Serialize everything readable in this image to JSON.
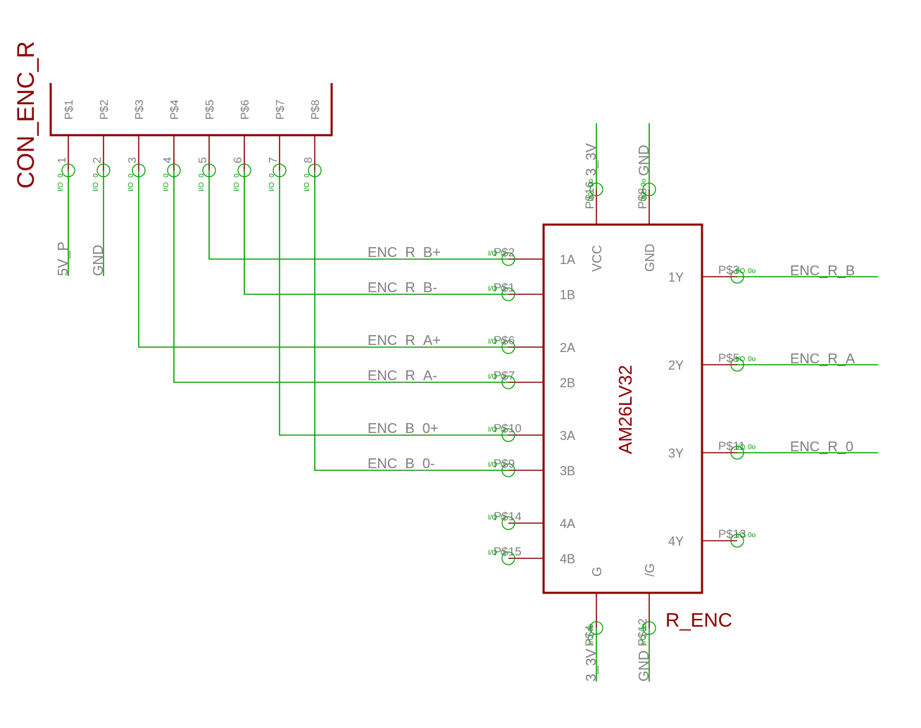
{
  "colors": {
    "wire": "#00a000",
    "part": "#8b0000",
    "text": "#7f7f7f"
  },
  "connector": {
    "name": "CON_ENC_R",
    "pad_labels": [
      "P$1",
      "P$2",
      "P$3",
      "P$4",
      "P$5",
      "P$6",
      "P$7",
      "P$8"
    ],
    "pin_numbers": [
      "1",
      "2",
      "3",
      "4",
      "5",
      "6",
      "7",
      "8"
    ],
    "io": "I/O",
    "pin_dir_mark": "0",
    "net_5v": "5V_P",
    "net_gnd": "GND"
  },
  "chip": {
    "name": "AM26LV32",
    "instance": "R_ENC",
    "io": "I/O",
    "pin_dir_mark": "0",
    "pwr_mark": "0o",
    "pwr_io_mark": "I/O",
    "top_pins": [
      {
        "pad": "P$16",
        "net": "3_3V",
        "func": "VCC"
      },
      {
        "pad": "P$8",
        "net": "GND",
        "func": "GND"
      }
    ],
    "bottom_pins": [
      {
        "pad": "P$4",
        "net": "3_3V",
        "func": "G"
      },
      {
        "pad": "P$12",
        "net": "GND",
        "func": "/G"
      }
    ],
    "left_pins": [
      {
        "pad": "P$2",
        "func": "1A",
        "net": "ENC_R_B+"
      },
      {
        "pad": "P$1",
        "func": "1B",
        "net": "ENC_R_B-"
      },
      {
        "pad": "P$6",
        "func": "2A",
        "net": "ENC_R_A+"
      },
      {
        "pad": "P$7",
        "func": "2B",
        "net": "ENC_R_A-"
      },
      {
        "pad": "P$10",
        "func": "3A",
        "net": "ENC_B_0+"
      },
      {
        "pad": "P$9",
        "func": "3B",
        "net": "ENC_B_0-"
      },
      {
        "pad": "P$14",
        "func": "4A",
        "net": ""
      },
      {
        "pad": "P$15",
        "func": "4B",
        "net": ""
      }
    ],
    "right_pins": [
      {
        "pad": "P$3",
        "func": "1Y",
        "net": "ENC_R_B"
      },
      {
        "pad": "P$5",
        "func": "2Y",
        "net": "ENC_R_A"
      },
      {
        "pad": "P$11",
        "func": "3Y",
        "net": "ENC_R_0"
      },
      {
        "pad": "P$13",
        "func": "4Y",
        "net": ""
      }
    ]
  }
}
